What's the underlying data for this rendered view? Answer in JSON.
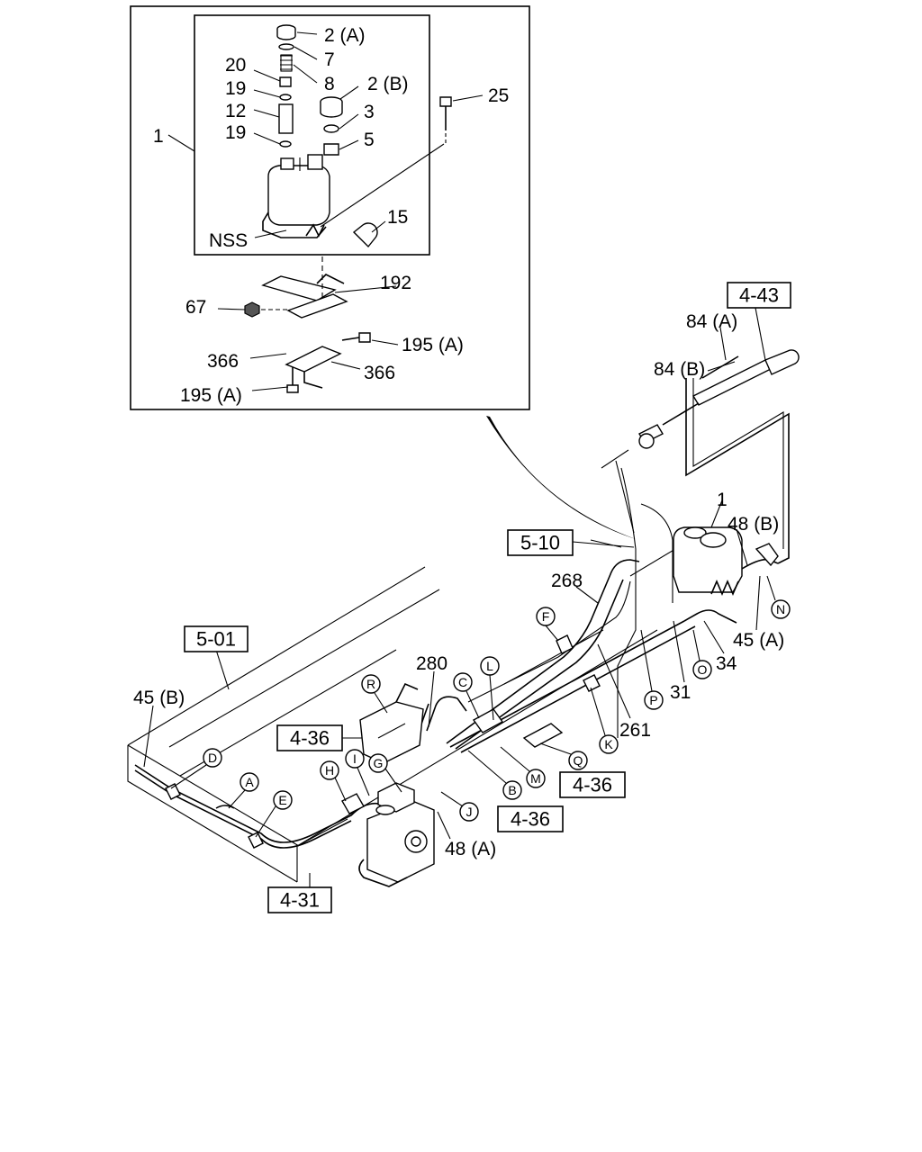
{
  "inset": {
    "part_labels": {
      "p1": "1",
      "p2a": "2 (A)",
      "p7": "7",
      "p20": "20",
      "p8": "8",
      "p19a": "19",
      "p2b": "2 (B)",
      "p12": "12",
      "p3": "3",
      "p19b": "19",
      "p5": "5",
      "p25": "25",
      "p15": "15",
      "nss": "NSS",
      "p192": "192",
      "p67": "67",
      "p195a": "195 (A)",
      "p366a": "366",
      "p366b": "366",
      "p195b": "195 (A)"
    }
  },
  "main": {
    "part_labels": {
      "p84a": "84 (A)",
      "p84b": "84 (B)",
      "p1": "1",
      "p48b": "48 (B)",
      "p268": "268",
      "p280": "280",
      "p45b": "45 (B)",
      "p45a": "45 (A)",
      "p34": "34",
      "p31": "31",
      "p261": "261",
      "p48a": "48 (A)"
    },
    "ref_boxes": {
      "r443": "4-43",
      "r510": "5-10",
      "r501": "5-01",
      "r436a": "4-36",
      "r436b": "4-36",
      "r436c": "4-36",
      "r431": "4-31"
    },
    "callouts": {
      "A": "A",
      "B": "B",
      "C": "C",
      "D": "D",
      "E": "E",
      "F": "F",
      "G": "G",
      "H": "H",
      "I": "I",
      "J": "J",
      "K": "K",
      "L": "L",
      "M": "M",
      "N": "N",
      "O": "O",
      "P": "P",
      "Q": "Q",
      "R": "R"
    }
  }
}
